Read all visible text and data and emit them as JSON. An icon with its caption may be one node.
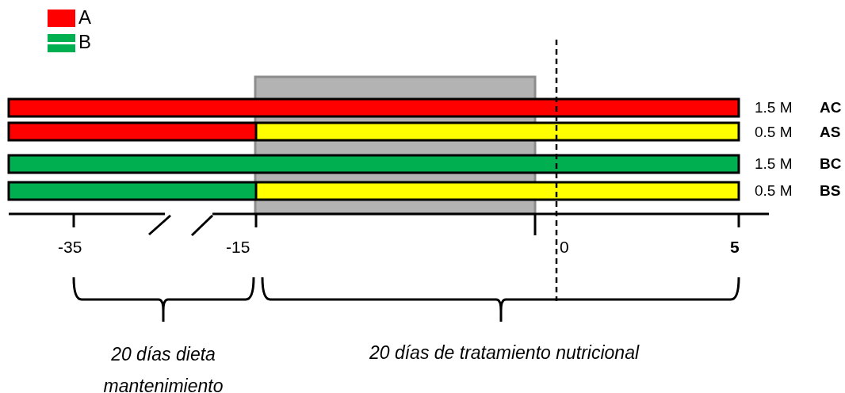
{
  "diagram": {
    "labels": [
      "1.5 M",
      "AC",
      "0.5 M",
      "AS",
      "1.5 M",
      "BC",
      "0.5 M",
      "BS",
      "-35",
      "-15",
      "0",
      "5",
      "20 días dieta mantenimiento",
      "20 días de tratamiento nutricional"
    ],
    "legend": [
      {
        "text": "A",
        "color": "#ff0000"
      },
      {
        "text": "B",
        "color": "#00b050"
      }
    ]
  }
}
